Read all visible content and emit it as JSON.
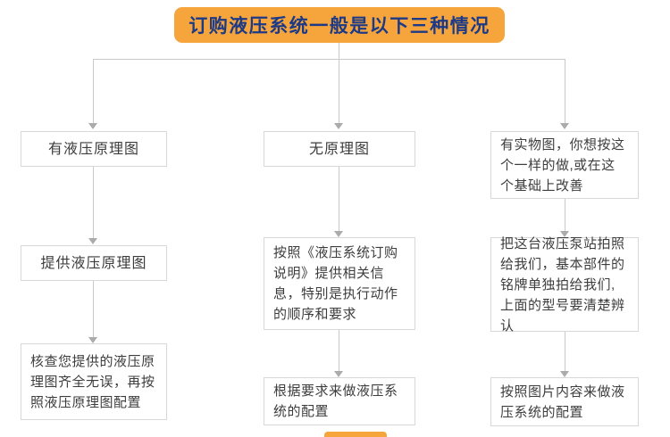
{
  "title": {
    "label": "订购液压系统一般是以下三种情况"
  },
  "columns": [
    {
      "name": "has-schematic",
      "steps": [
        "有液压原理图",
        "提供液压原理图",
        "核查您提供的液压原理图齐全无误，再按照液压原理图配置"
      ]
    },
    {
      "name": "no-schematic",
      "steps": [
        "无原理图",
        "按照《液压系统订购说明》提供相关信息，特别是执行动作的顺序和要求",
        "根据要求来做液压系统的配置"
      ]
    },
    {
      "name": "has-photo",
      "steps": [
        "有实物图，你想按这个一样的做,或在这个基础上改善",
        "把这台液压泵站拍照给我们，基本部件的铭牌单独拍给我们,上面的型号要清楚辨认",
        "按照图片内容来做液压系统的配置"
      ]
    }
  ],
  "colors": {
    "banner_bg": "#F6A53C",
    "banner_text": "#1C3A86",
    "connector_line": "#C9C9C9",
    "arrowhead": "#ABABAB",
    "box_border": "#D8D8D8",
    "box_text": "#3D3D3D"
  }
}
